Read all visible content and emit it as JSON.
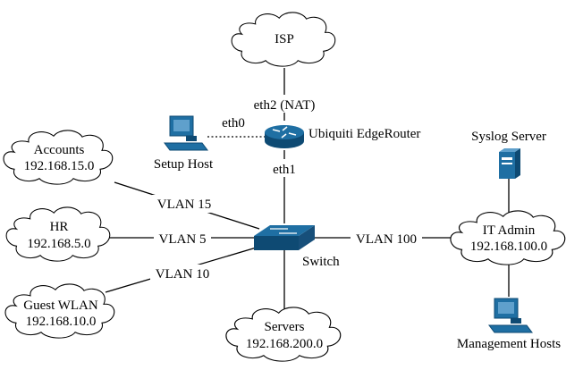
{
  "nodes": {
    "isp": "ISP",
    "router": "Ubiquiti EdgeRouter",
    "setup_host": "Setup Host",
    "switch": "Switch",
    "syslog_server": "Syslog Server",
    "management_hosts": "Management Hosts"
  },
  "networks": {
    "accounts": {
      "name": "Accounts",
      "subnet": "192.168.15.0"
    },
    "hr": {
      "name": "HR",
      "subnet": "192.168.5.0"
    },
    "guest_wlan": {
      "name": "Guest WLAN",
      "subnet": "192.168.10.0"
    },
    "servers": {
      "name": "Servers",
      "subnet": "192.168.200.0"
    },
    "it_admin": {
      "name": "IT Admin",
      "subnet": "192.168.100.0"
    }
  },
  "links": {
    "router_isp_iface": "eth2 (NAT)",
    "router_setup_iface": "eth0",
    "router_switch_iface": "eth1",
    "vlan_accounts": "VLAN 15",
    "vlan_hr": "VLAN 5",
    "vlan_guest": "VLAN 10",
    "vlan_it_admin": "VLAN 100"
  },
  "colors": {
    "device_fill": "#1f6fa3",
    "device_dark": "#0e4a73",
    "device_light": "#5fa0cc"
  },
  "icons": {
    "router": "router-icon",
    "switch": "switch-icon",
    "server": "server-icon",
    "workstation": "workstation-icon",
    "cloud": "cloud-icon"
  }
}
